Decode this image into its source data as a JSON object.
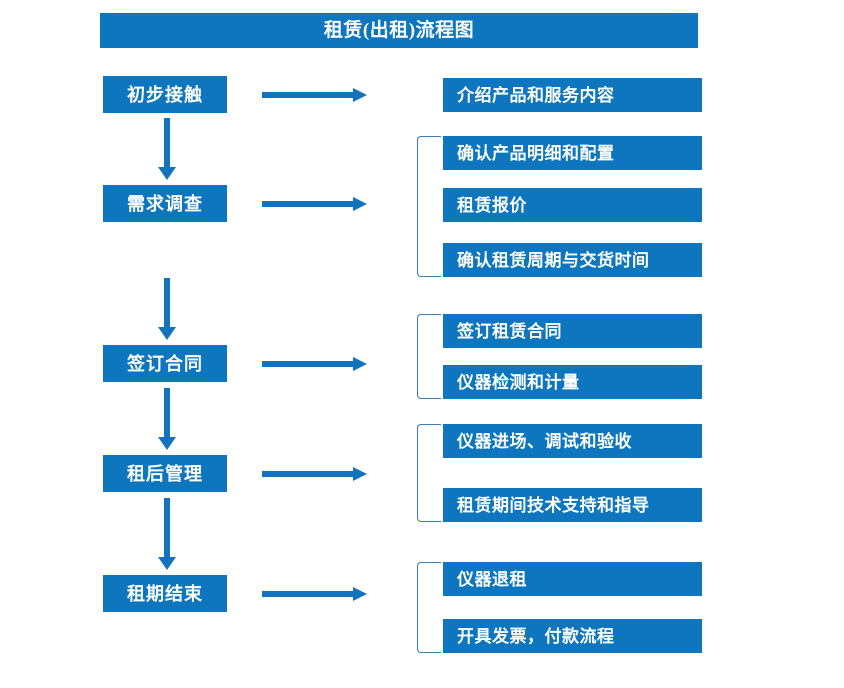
{
  "title": "租赁(出租)流程图",
  "colors": {
    "box_blue": "#0d76be",
    "arrow_blue": "#1573be",
    "bracket_blue": "#3a7db5",
    "text_white": "#ffffff",
    "background": "#ffffff"
  },
  "stages": [
    {
      "id": "stage-1",
      "label": "初步接触"
    },
    {
      "id": "stage-2",
      "label": "需求调查"
    },
    {
      "id": "stage-3",
      "label": "签订合同"
    },
    {
      "id": "stage-4",
      "label": "租后管理"
    },
    {
      "id": "stage-5",
      "label": "租期结束"
    }
  ],
  "groups": [
    {
      "id": "group-1",
      "stage": "初步接触",
      "bracketed": false,
      "details": [
        {
          "label": "介绍产品和服务内容"
        }
      ]
    },
    {
      "id": "group-2",
      "stage": "需求调查",
      "bracketed": true,
      "details": [
        {
          "label": "确认产品明细和配置"
        },
        {
          "label": "租赁报价"
        },
        {
          "label": "确认租赁周期与交货时间"
        }
      ]
    },
    {
      "id": "group-3",
      "stage": "签订合同",
      "bracketed": true,
      "details": [
        {
          "label": "签订租赁合同"
        },
        {
          "label": "仪器检测和计量"
        }
      ]
    },
    {
      "id": "group-4",
      "stage": "租后管理",
      "bracketed": true,
      "details": [
        {
          "label": "仪器进场、调试和验收"
        },
        {
          "label": "租赁期间技术支持和指导"
        }
      ]
    },
    {
      "id": "group-5",
      "stage": "租期结束",
      "bracketed": true,
      "details": [
        {
          "label": "仪器退租"
        },
        {
          "label": "开具发票，付款流程"
        }
      ]
    }
  ],
  "connectors": {
    "horizontal_arrow_icon": "arrow-right-icon",
    "vertical_arrow_icon": "arrow-down-icon",
    "bracket_icon": "group-bracket-icon"
  }
}
